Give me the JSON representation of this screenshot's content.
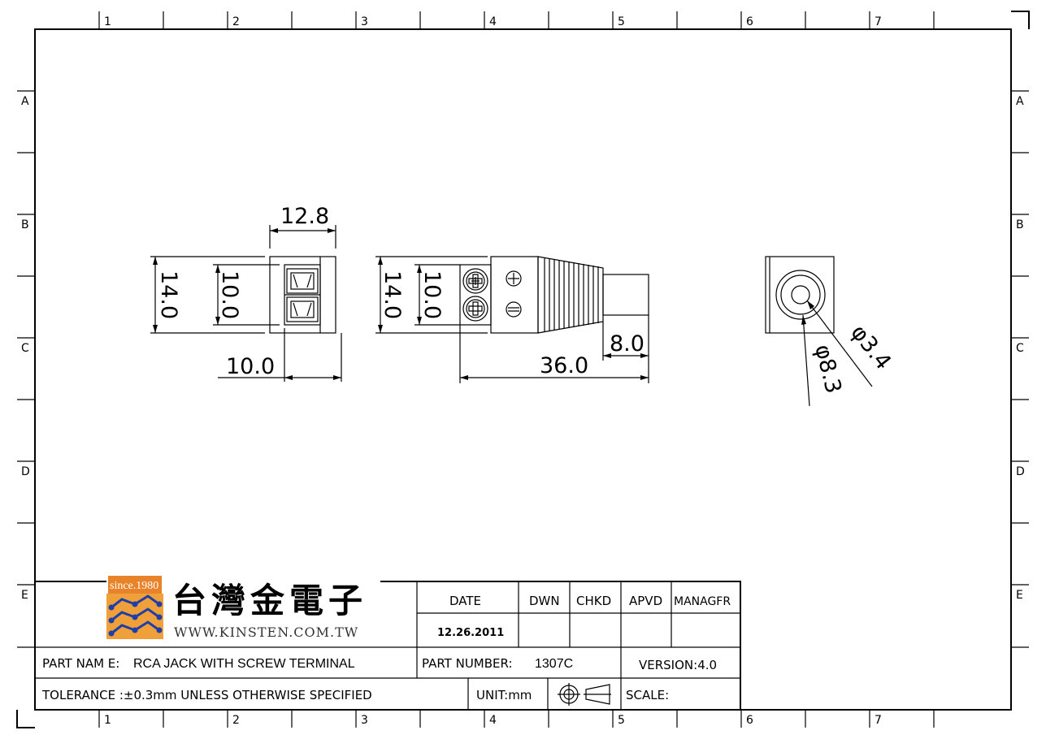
{
  "zones": {
    "columns": [
      "1",
      "2",
      "3",
      "4",
      "5",
      "6",
      "7"
    ],
    "rows": [
      "A",
      "B",
      "C",
      "D",
      "E"
    ]
  },
  "dimensions": {
    "terminal_width": "12.8",
    "terminal_height_outer": "14.0",
    "terminal_height_inner": "10.0",
    "terminal_depth": "10.0",
    "side_height_outer": "14.0",
    "side_height_inner": "10.0",
    "overall_length": "36.0",
    "plug_length": "8.0",
    "outer_diameter": "φ8.3",
    "inner_diameter": "φ3.4"
  },
  "title_block": {
    "logo_since": "since.1980",
    "company_cjk": "台灣金電子",
    "company_url": "WWW.KINSTEN.COM.TW",
    "date_label": "DATE",
    "date_value": "12.26.2011",
    "dwn_label": "DWN",
    "chkd_label": "CHKD",
    "apvd_label": "APVD",
    "managfr_label": "MANAGFR",
    "part_name_label": "PART  NAM E:",
    "part_name_value": "RCA JACK WITH SCREW TERMINAL",
    "part_number_label": "PART  NUMBER:",
    "part_number_value": "1307C",
    "version": "VERSION:4.0",
    "tolerance": "TOLERANCE  :±0.3mm  UNLESS  OTHERWISE  SPECIFIED",
    "unit": "UNIT:mm",
    "scale": "SCALE:"
  },
  "colors": {
    "line": "#000000",
    "logo_orange": "#e8832a",
    "logo_blue": "#1f3fa8"
  }
}
